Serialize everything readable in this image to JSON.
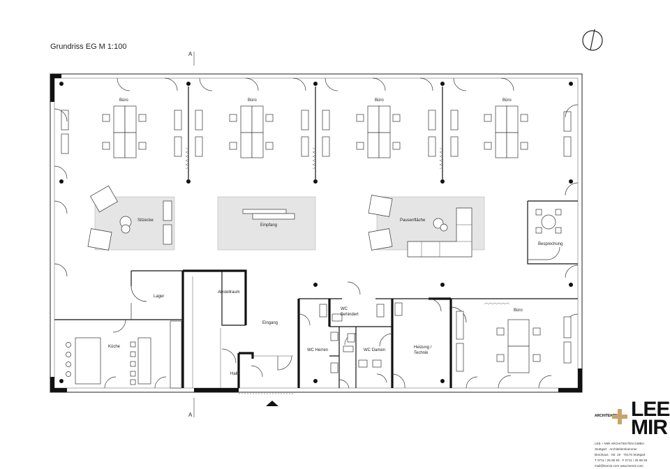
{
  "title": "Grundriss EG   M 1:100",
  "section_marker": "A",
  "rooms": {
    "buero_1": "Büro",
    "buero_2": "Büro",
    "buero_3": "Büro",
    "buero_4": "Büro",
    "buero_5": "Büro",
    "sitzecke": "Sitzecke",
    "empfang": "Empfang",
    "pausenflaeche": "Pausenfläche",
    "besprechung": "Besprechung",
    "lager": "Lager",
    "abstellraum": "Abstellraum",
    "eingang": "Eingang",
    "halle": "Halle",
    "kueche": "Küche",
    "wc_behindert_1": "WC",
    "wc_behindert_2": "Behindert",
    "wc_herren": "WC Herren",
    "wc_damen": "WC Damen",
    "heizung_1": "Heizung /",
    "heizung_2": "Technik"
  },
  "logo": {
    "small_text": "ARCHITEKTEN",
    "line1": "LEE",
    "line2": "MIR",
    "accent_color": "#c9a46a"
  },
  "footer_lines": [
    "LEE + MIR ARCHITEKTEN GMBH",
    "Stuttgart · Architektenkammer",
    "Bürohaus · Str. 18 · 70176 Stuttgart",
    "T 0711 / 25 85 93 · F 0711 / 25 85 93",
    "mail@leemir.com   www.leemir.com"
  ],
  "icons": {
    "north_arrow": "north-arrow-icon",
    "entrance_marker": "entrance-triangle-icon"
  }
}
